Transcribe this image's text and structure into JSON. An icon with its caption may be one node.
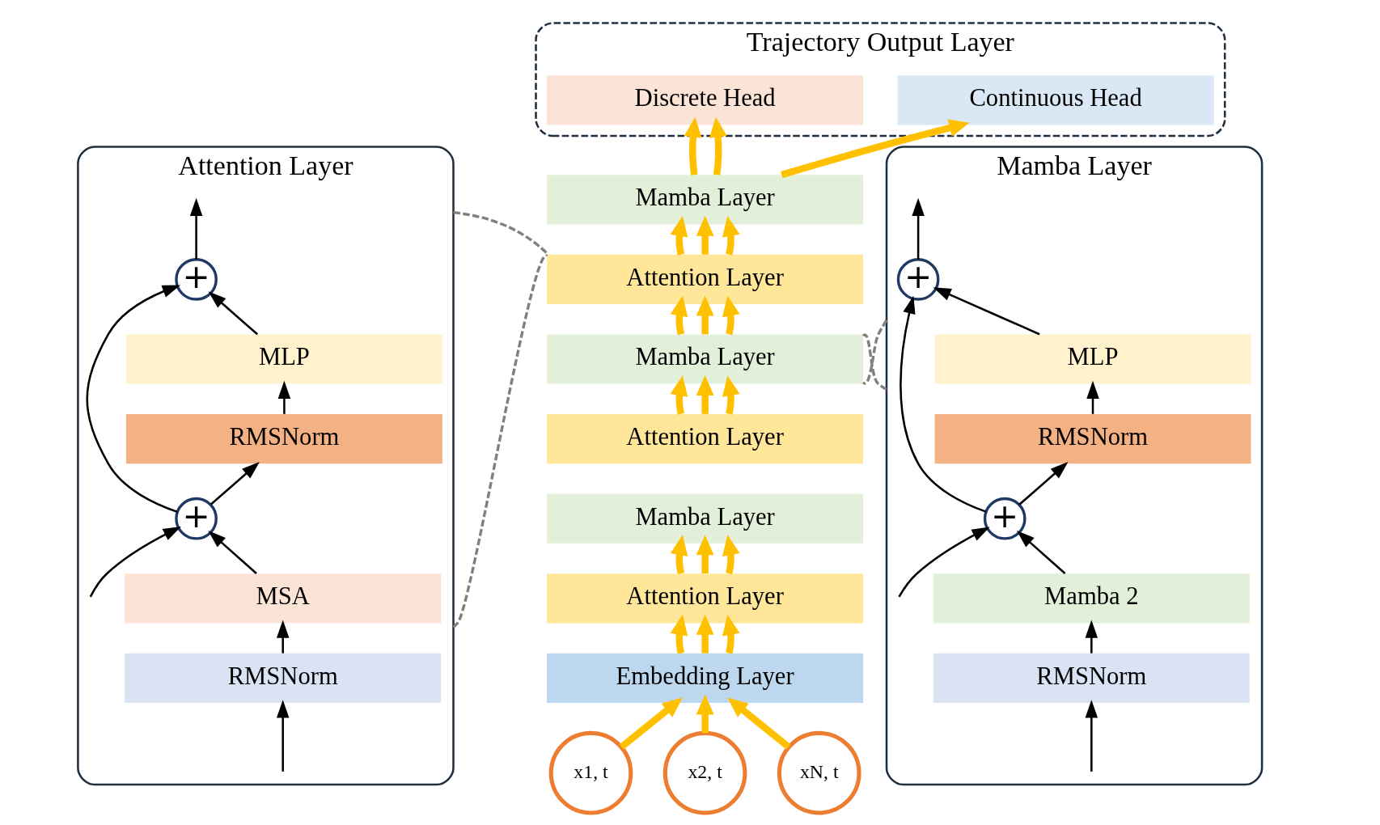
{
  "diagram": {
    "nodes": [
      {
        "text": [
          "Trajectory Output Layer"
        ]
      },
      {
        "text": [
          "Discrete Head"
        ],
        "in": 0
      },
      {
        "text": [
          "Continuous Head"
        ],
        "in": 0
      },
      {
        "text": [
          "Mamba Layer"
        ]
      },
      {
        "text": [
          "Attention Layer"
        ]
      },
      {
        "text": [
          "Mamba Layer"
        ]
      },
      {
        "text": [
          "Attention Layer"
        ]
      },
      {
        "text": [
          "Mamba Layer"
        ]
      },
      {
        "text": [
          "Attention Layer"
        ]
      },
      {
        "text": [
          "Embedding Layer"
        ]
      },
      {
        "text": [
          "x1, t"
        ]
      },
      {
        "text": [
          "x2, t"
        ]
      },
      {
        "text": [
          "xN, t"
        ]
      },
      {
        "text": [
          "Attention Layer"
        ]
      },
      {
        "text": [
          "+"
        ],
        "in": 13
      },
      {
        "text": [
          "MLP"
        ],
        "in": 13
      },
      {
        "text": [
          "RMSNorm"
        ],
        "in": 13
      },
      {
        "text": [
          "+"
        ],
        "in": 13
      },
      {
        "text": [
          "MSA"
        ],
        "in": 13
      },
      {
        "text": [
          "RMSNorm"
        ],
        "in": 13
      },
      {
        "text": [
          "Mamba Layer"
        ]
      },
      {
        "text": [
          "+"
        ],
        "in": 20
      },
      {
        "text": [
          "MLP"
        ],
        "in": 20
      },
      {
        "text": [
          "RMSNorm"
        ],
        "in": 20
      },
      {
        "text": [
          "+"
        ],
        "in": 20
      },
      {
        "text": [
          "Mamba 2"
        ],
        "in": 20
      },
      {
        "text": [
          "RMSNorm"
        ],
        "in": 20
      }
    ],
    "edges": [
      {
        "from": 10,
        "to": 9,
        "arrow": "to",
        "style": "thick",
        "color": "#ffc000"
      },
      {
        "from": 11,
        "to": 9,
        "arrow": "to",
        "style": "thick",
        "color": "#ffc000"
      },
      {
        "from": 12,
        "to": 9,
        "arrow": "to",
        "style": "thick",
        "color": "#ffc000"
      },
      {
        "from": 9,
        "to": 8,
        "arrow": "to",
        "style": "thick",
        "color": "#ffc000"
      },
      {
        "from": 9,
        "to": 8,
        "arrow": "to",
        "style": "thick",
        "color": "#ffc000"
      },
      {
        "from": 9,
        "to": 8,
        "arrow": "to",
        "style": "thick",
        "color": "#ffc000"
      },
      {
        "from": 8,
        "to": 7,
        "arrow": "to",
        "style": "thick",
        "color": "#ffc000"
      },
      {
        "from": 8,
        "to": 7,
        "arrow": "to",
        "style": "thick",
        "color": "#ffc000"
      },
      {
        "from": 8,
        "to": 7,
        "arrow": "to",
        "style": "thick",
        "color": "#ffc000"
      },
      {
        "from": 6,
        "to": 5,
        "arrow": "to",
        "style": "thick",
        "color": "#ffc000"
      },
      {
        "from": 6,
        "to": 5,
        "arrow": "to",
        "style": "thick",
        "color": "#ffc000"
      },
      {
        "from": 6,
        "to": 5,
        "arrow": "to",
        "style": "thick",
        "color": "#ffc000"
      },
      {
        "from": 5,
        "to": 4,
        "arrow": "to",
        "style": "thick",
        "color": "#ffc000"
      },
      {
        "from": 5,
        "to": 4,
        "arrow": "to",
        "style": "thick",
        "color": "#ffc000"
      },
      {
        "from": 5,
        "to": 4,
        "arrow": "to",
        "style": "thick",
        "color": "#ffc000"
      },
      {
        "from": 4,
        "to": 3,
        "arrow": "to",
        "style": "thick",
        "color": "#ffc000"
      },
      {
        "from": 4,
        "to": 3,
        "arrow": "to",
        "style": "thick",
        "color": "#ffc000"
      },
      {
        "from": 4,
        "to": 3,
        "arrow": "to",
        "style": "thick",
        "color": "#ffc000"
      },
      {
        "from": 3,
        "to": 1,
        "arrow": "to",
        "style": "thick",
        "color": "#ffc000"
      },
      {
        "from": 3,
        "to": 1,
        "arrow": "to",
        "style": "thick",
        "color": "#ffc000"
      },
      {
        "from": 3,
        "to": 2,
        "arrow": "to",
        "style": "thick",
        "color": "#ffc000"
      },
      {
        "from": 13,
        "to": 4,
        "arrow": "none",
        "style": "dashed",
        "color": "#808080"
      },
      {
        "from": 13,
        "to": 4,
        "arrow": "none",
        "style": "dashed",
        "color": "#808080"
      },
      {
        "from": 20,
        "to": 5,
        "arrow": "none",
        "style": "dashed",
        "color": "#808080"
      },
      {
        "from": 20,
        "to": 5,
        "arrow": "none",
        "style": "dashed",
        "color": "#808080"
      },
      {
        "from": null,
        "to": 19,
        "arrow": "to",
        "color": "#000000"
      },
      {
        "from": 19,
        "to": 18,
        "arrow": "to",
        "color": "#000000"
      },
      {
        "from": 18,
        "to": 17,
        "arrow": "to",
        "color": "#000000"
      },
      {
        "from": null,
        "to": 17,
        "arrow": "to",
        "color": "#000000"
      },
      {
        "from": 17,
        "to": 16,
        "arrow": "to",
        "color": "#000000"
      },
      {
        "from": 16,
        "to": 15,
        "arrow": "to",
        "color": "#000000"
      },
      {
        "from": 15,
        "to": 14,
        "arrow": "to",
        "color": "#000000"
      },
      {
        "from": 17,
        "to": 14,
        "arrow": "to",
        "color": "#000000"
      },
      {
        "from": 14,
        "to": null,
        "arrow": "to",
        "color": "#000000"
      },
      {
        "from": null,
        "to": 26,
        "arrow": "to",
        "color": "#000000"
      },
      {
        "from": 26,
        "to": 25,
        "arrow": "to",
        "color": "#000000"
      },
      {
        "from": 25,
        "to": 24,
        "arrow": "to",
        "color": "#000000"
      },
      {
        "from": null,
        "to": 24,
        "arrow": "to",
        "color": "#000000"
      },
      {
        "from": 24,
        "to": 23,
        "arrow": "to",
        "color": "#000000"
      },
      {
        "from": 23,
        "to": 22,
        "arrow": "to",
        "color": "#000000"
      },
      {
        "from": 22,
        "to": 21,
        "arrow": "to",
        "color": "#000000"
      },
      {
        "from": 24,
        "to": 21,
        "arrow": "to",
        "color": "#000000"
      },
      {
        "from": 21,
        "to": null,
        "arrow": "to",
        "color": "#000000"
      }
    ]
  }
}
